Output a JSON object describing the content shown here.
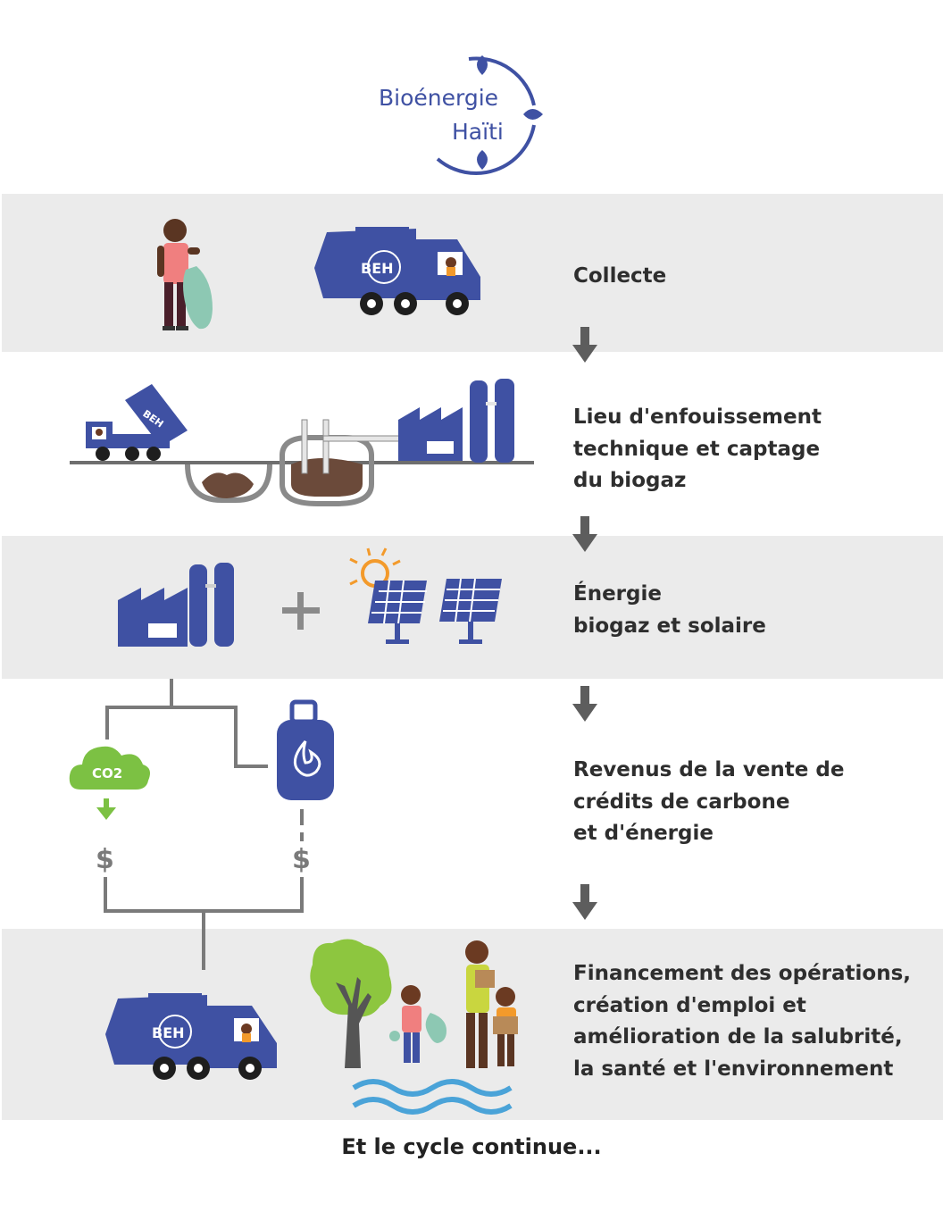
{
  "logo": {
    "line1": "Bioénergie",
    "line2": "Haïti"
  },
  "truck_badge": "BEH",
  "co2_label": "CO2",
  "currency_symbol": "$",
  "stages": [
    {
      "label": "Collecte"
    },
    {
      "label": "Lieu d'enfouissement\ntechnique et captage\ndu biogaz"
    },
    {
      "label": "Énergie\nbiogaz et solaire"
    },
    {
      "label": "Revenus de la vente de\ncrédits de carbone\net d'énergie"
    },
    {
      "label": "Financement des opérations,\ncréation d'emploi et\namélioration de la salubrité,\nla santé et l'environnement"
    }
  ],
  "footer": "Et le cycle continue...",
  "colors": {
    "brand_blue": "#3f51a3",
    "band_gray": "#ebebeb",
    "arrow_gray": "#5d5d5d",
    "co2_green": "#7cc143",
    "text_dark": "#2e2e2e"
  }
}
